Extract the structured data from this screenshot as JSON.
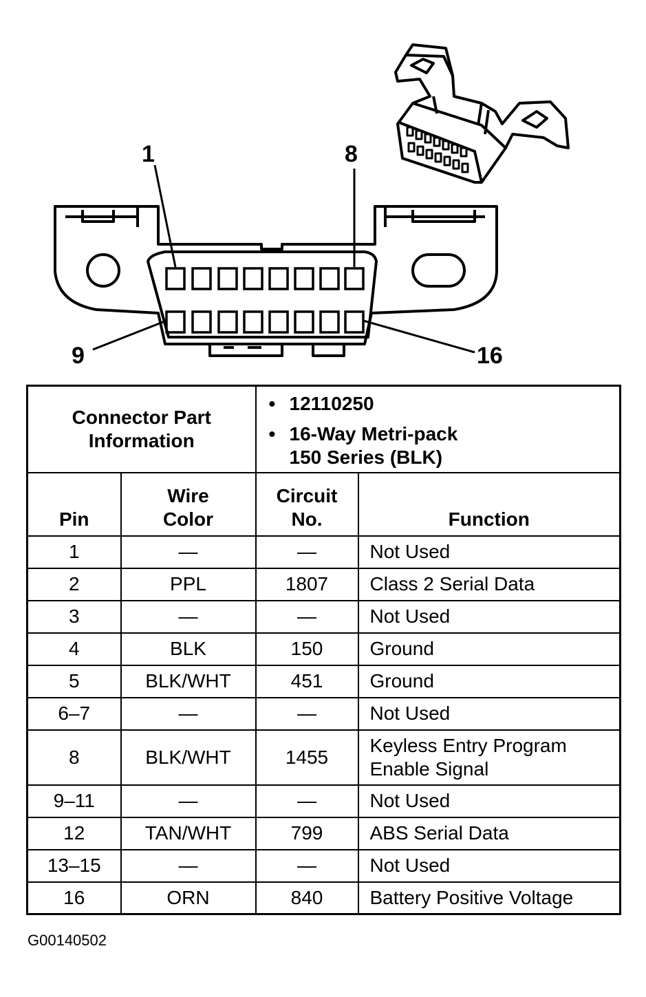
{
  "diagram": {
    "pin_labels": {
      "top_left": "1",
      "top_right": "8",
      "bottom_left": "9",
      "bottom_right": "16"
    }
  },
  "table": {
    "connector_part_label_line1": "Connector Part",
    "connector_part_label_line2": "Information",
    "part_info": [
      "12110250",
      "16-Way Metri-pack",
      "150 Series (BLK)"
    ],
    "headers": {
      "pin": "Pin",
      "wire_color_line1": "Wire",
      "wire_color_line2": "Color",
      "circuit_line1": "Circuit",
      "circuit_line2": "No.",
      "function": "Function"
    },
    "rows": [
      {
        "pin": "1",
        "wire": "—",
        "circuit": "—",
        "function": [
          "Not Used"
        ]
      },
      {
        "pin": "2",
        "wire": "PPL",
        "circuit": "1807",
        "function": [
          "Class 2 Serial Data"
        ]
      },
      {
        "pin": "3",
        "wire": "—",
        "circuit": "—",
        "function": [
          "Not Used"
        ]
      },
      {
        "pin": "4",
        "wire": "BLK",
        "circuit": "150",
        "function": [
          "Ground"
        ]
      },
      {
        "pin": "5",
        "wire": "BLK/WHT",
        "circuit": "451",
        "function": [
          "Ground"
        ]
      },
      {
        "pin": "6–7",
        "wire": "—",
        "circuit": "—",
        "function": [
          "Not Used"
        ]
      },
      {
        "pin": "8",
        "wire": "BLK/WHT",
        "circuit": "1455",
        "function": [
          "Keyless Entry Program",
          "Enable Signal"
        ]
      },
      {
        "pin": "9–11",
        "wire": "—",
        "circuit": "—",
        "function": [
          "Not Used"
        ]
      },
      {
        "pin": "12",
        "wire": "TAN/WHT",
        "circuit": "799",
        "function": [
          "ABS Serial Data"
        ]
      },
      {
        "pin": "13–15",
        "wire": "—",
        "circuit": "—",
        "function": [
          "Not Used"
        ]
      },
      {
        "pin": "16",
        "wire": "ORN",
        "circuit": "840",
        "function": [
          "Battery Positive Voltage"
        ]
      }
    ]
  },
  "reference_code": "G00140502"
}
